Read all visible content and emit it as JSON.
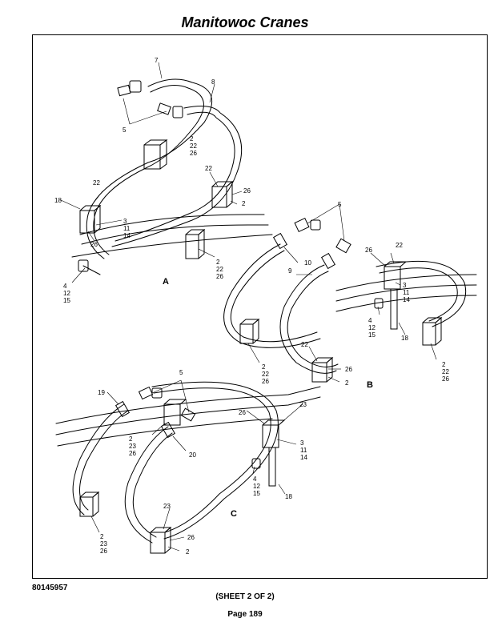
{
  "header": {
    "title": "Manitowoc Cranes"
  },
  "footer": {
    "doc_number": "80145957",
    "sheet": "(SHEET 2 OF 2)",
    "page": "Page 189"
  },
  "diagram": {
    "views": {
      "a": "A",
      "b": "B",
      "c": "C"
    },
    "callouts_a": {
      "c7": "7",
      "c8": "8",
      "c5": "5",
      "c2_22_26": [
        "2",
        "22",
        "26"
      ],
      "c22_top": "22",
      "c26_top": "26",
      "c2_top": "2",
      "c22_left": "22",
      "c18": "18",
      "c3_11_14": [
        "3",
        "11",
        "14"
      ],
      "c26_left": "26",
      "c2_22_26_low": [
        "2",
        "22",
        "26"
      ],
      "c4_12_15": [
        "4",
        "12",
        "15"
      ]
    },
    "callouts_b": {
      "c5": "5",
      "c10": "10",
      "c9": "9",
      "c26": "26",
      "c22": "22",
      "c3_11_14": [
        "3",
        "11",
        "14"
      ],
      "c4_12_15": [
        "4",
        "12",
        "15"
      ],
      "c18": "18",
      "c2_22_26_right": [
        "2",
        "22",
        "26"
      ],
      "c2_22_26_left": [
        "2",
        "22",
        "26"
      ],
      "c22_low": "22",
      "c26_low": "26",
      "c2_low": "2"
    },
    "callouts_c": {
      "c5": "5",
      "c19": "19",
      "c23": "23",
      "c26": "26",
      "c2_23_26_mid": [
        "2",
        "23",
        "26"
      ],
      "c20": "20",
      "c3_11_14": [
        "3",
        "11",
        "14"
      ],
      "c4_12_15": [
        "4",
        "12",
        "15"
      ],
      "c18": "18",
      "c2_23_26_left": [
        "2",
        "23",
        "26"
      ],
      "c23_low": "23",
      "c26_low": "26",
      "c2_low": "2"
    }
  }
}
